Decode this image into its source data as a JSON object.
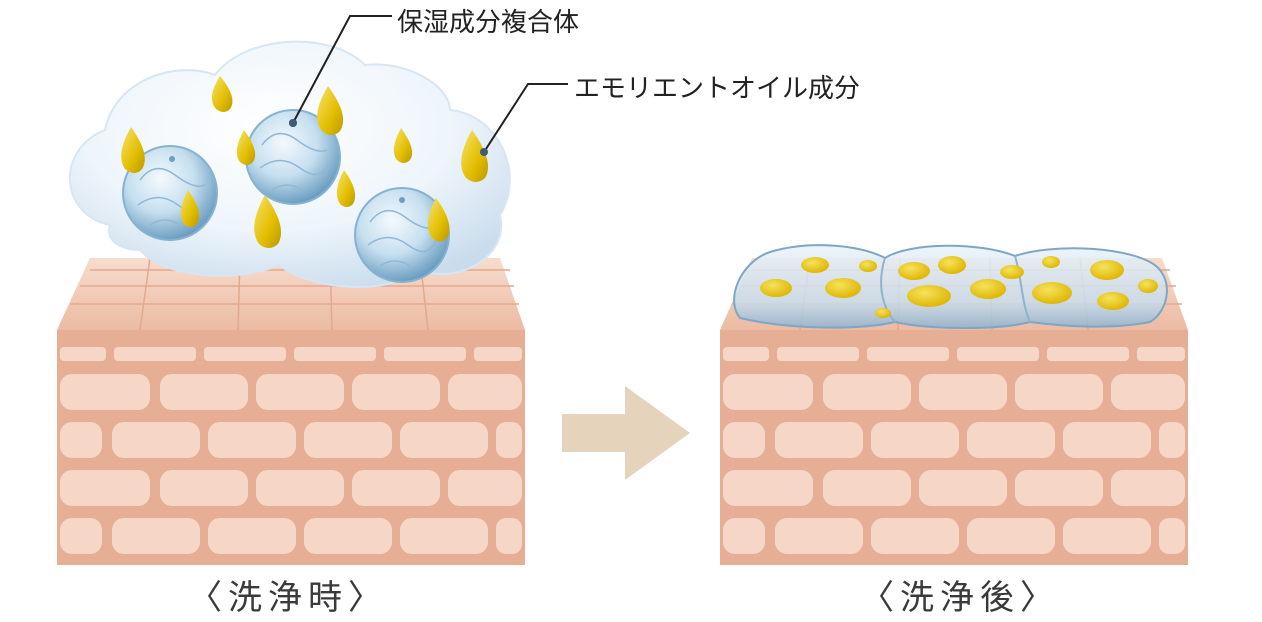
{
  "labels": {
    "moisturizing_complex": "保湿成分複合体",
    "emollient_oil": "エモリエントオイル成分"
  },
  "captions": {
    "before": "〈洗浄時〉",
    "after": "〈洗浄後〉"
  },
  "colors": {
    "skin_face": "#f1c5ae",
    "skin_brick": "#f6d7c7",
    "skin_mortar": "#e6ae95",
    "skin_top": "#f2c9b4",
    "foam": "#e9f2fa",
    "oil_drop": "#e8c100",
    "sphere": "#a9cde6",
    "arrow": "#e6d3bc",
    "leader_line": "#222222"
  },
  "icons": {
    "arrow": "right-arrow-icon",
    "drop": "oil-drop-icon",
    "sphere": "moisture-sphere-icon"
  }
}
